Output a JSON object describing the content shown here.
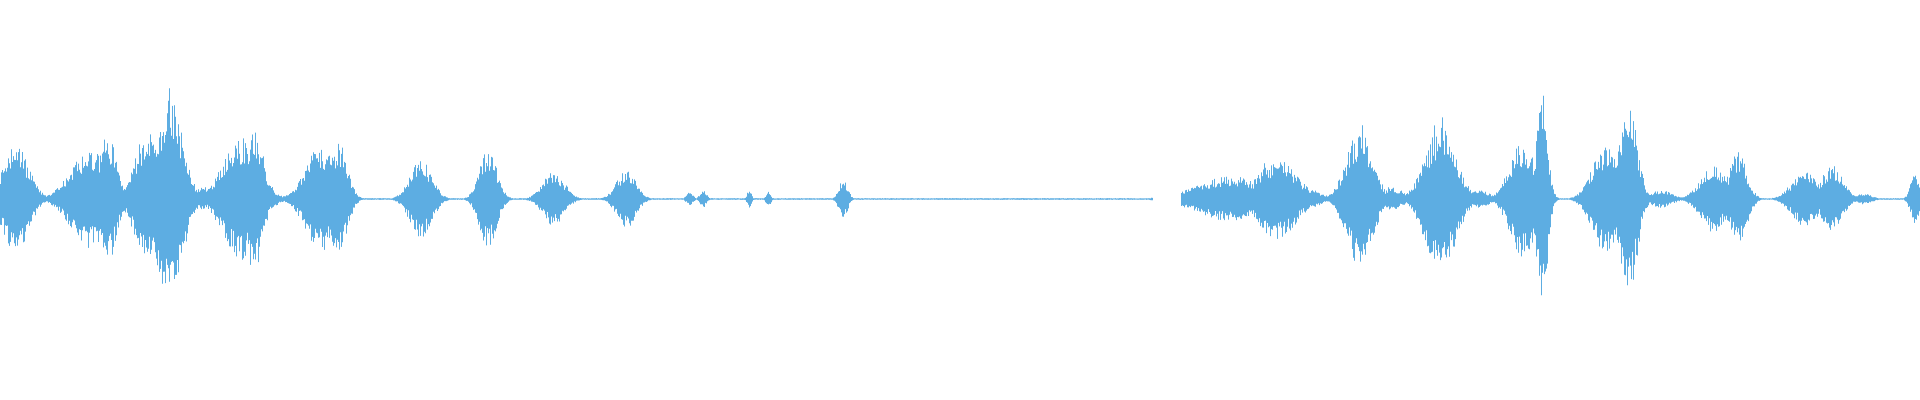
{
  "waveform": {
    "color": "#5dade2",
    "background": "#ffffff",
    "silence_gap_fraction": [
      0.6,
      0.615
    ],
    "bursts": [
      {
        "position": 0.008,
        "peak": 0.48,
        "length": 0.012
      },
      {
        "position": 0.047,
        "peak": 0.44,
        "length": 0.018
      },
      {
        "position": 0.056,
        "peak": 0.58,
        "length": 0.008
      },
      {
        "position": 0.077,
        "peak": 0.6,
        "length": 0.012
      },
      {
        "position": 0.088,
        "peak": 0.92,
        "length": 0.012
      },
      {
        "position": 0.105,
        "peak": 0.1,
        "length": 0.01
      },
      {
        "position": 0.125,
        "peak": 0.55,
        "length": 0.016
      },
      {
        "position": 0.132,
        "peak": 0.66,
        "length": 0.008
      },
      {
        "position": 0.167,
        "peak": 0.48,
        "length": 0.014
      },
      {
        "position": 0.176,
        "peak": 0.52,
        "length": 0.008
      },
      {
        "position": 0.219,
        "peak": 0.35,
        "length": 0.01
      },
      {
        "position": 0.254,
        "peak": 0.44,
        "length": 0.008
      },
      {
        "position": 0.288,
        "peak": 0.24,
        "length": 0.01
      },
      {
        "position": 0.326,
        "peak": 0.26,
        "length": 0.009
      },
      {
        "position": 0.359,
        "peak": 0.06,
        "length": 0.003
      },
      {
        "position": 0.366,
        "peak": 0.08,
        "length": 0.003
      },
      {
        "position": 0.39,
        "peak": 0.08,
        "length": 0.002
      },
      {
        "position": 0.4,
        "peak": 0.08,
        "length": 0.002
      },
      {
        "position": 0.439,
        "peak": 0.18,
        "length": 0.004
      },
      {
        "position": 0.64,
        "peak": 0.2,
        "length": 0.03
      },
      {
        "position": 0.665,
        "peak": 0.36,
        "length": 0.018
      },
      {
        "position": 0.68,
        "peak": 0.1,
        "length": 0.012
      },
      {
        "position": 0.708,
        "peak": 0.62,
        "length": 0.012
      },
      {
        "position": 0.725,
        "peak": 0.1,
        "length": 0.01
      },
      {
        "position": 0.75,
        "peak": 0.66,
        "length": 0.014
      },
      {
        "position": 0.77,
        "peak": 0.08,
        "length": 0.01
      },
      {
        "position": 0.793,
        "peak": 0.52,
        "length": 0.012
      },
      {
        "position": 0.803,
        "peak": 0.95,
        "length": 0.005
      },
      {
        "position": 0.836,
        "peak": 0.48,
        "length": 0.012
      },
      {
        "position": 0.848,
        "peak": 0.86,
        "length": 0.008
      },
      {
        "position": 0.865,
        "peak": 0.08,
        "length": 0.01
      },
      {
        "position": 0.892,
        "peak": 0.3,
        "length": 0.012
      },
      {
        "position": 0.905,
        "peak": 0.42,
        "length": 0.008
      },
      {
        "position": 0.94,
        "peak": 0.25,
        "length": 0.012
      },
      {
        "position": 0.954,
        "peak": 0.3,
        "length": 0.01
      },
      {
        "position": 0.97,
        "peak": 0.05,
        "length": 0.008
      },
      {
        "position": 0.997,
        "peak": 0.22,
        "length": 0.004
      }
    ]
  }
}
